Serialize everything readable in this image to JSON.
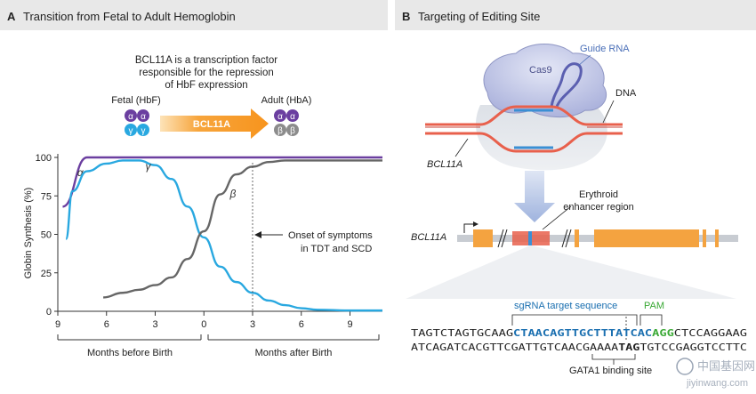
{
  "panel_a": {
    "letter": "A",
    "title": "Transition from Fetal to Adult Hemoglobin",
    "description_lines": [
      "BCL11A is a transcription factor",
      "responsible for the repression",
      "of HbF expression"
    ],
    "fetal_label": "Fetal (HbF)",
    "adult_label": "Adult (HbA)",
    "arrow_label": "BCL11A",
    "glyphs": {
      "alpha": "α",
      "gamma": "γ",
      "beta": "β"
    },
    "colors": {
      "alpha": "#6b3fa0",
      "gamma": "#29a8e0",
      "beta": "#8c8c8c",
      "arrow": "#f7941d"
    }
  },
  "chart_data": {
    "type": "line",
    "ylabel": "Globin Synthesis (%)",
    "ylim": [
      0,
      100
    ],
    "y_ticks": [
      0,
      25,
      50,
      75,
      100
    ],
    "x_tick_labels": [
      "9",
      "6",
      "3",
      "0",
      "3",
      "6",
      "9"
    ],
    "x_range": [
      -9,
      11
    ],
    "grid": false,
    "series": [
      {
        "name": "α",
        "color": "#6b3fa0",
        "points": [
          [
            -8.7,
            68
          ],
          [
            -7.2,
            100
          ],
          [
            -4,
            100
          ],
          [
            0,
            100
          ],
          [
            5,
            100
          ],
          [
            11,
            100
          ]
        ]
      },
      {
        "name": "γ",
        "color": "#29a8e0",
        "points": [
          [
            -8.5,
            47
          ],
          [
            -8.1,
            78
          ],
          [
            -7.2,
            91
          ],
          [
            -6,
            96
          ],
          [
            -5,
            98
          ],
          [
            -4,
            98
          ],
          [
            -3,
            95
          ],
          [
            -2,
            86
          ],
          [
            -1,
            68
          ],
          [
            0,
            48
          ],
          [
            1,
            29
          ],
          [
            2,
            19
          ],
          [
            3,
            12
          ],
          [
            4,
            7
          ],
          [
            5,
            4
          ],
          [
            6,
            2
          ],
          [
            7,
            1
          ],
          [
            9,
            0.5
          ],
          [
            11,
            0.5
          ]
        ]
      },
      {
        "name": "β",
        "color": "#666666",
        "points": [
          [
            -6.2,
            9
          ],
          [
            -5,
            12
          ],
          [
            -4,
            14
          ],
          [
            -3,
            17
          ],
          [
            -2,
            22
          ],
          [
            -1,
            34
          ],
          [
            0,
            52
          ],
          [
            1,
            76
          ],
          [
            2,
            89
          ],
          [
            3,
            94
          ],
          [
            4,
            97
          ],
          [
            5,
            98
          ],
          [
            6,
            98
          ],
          [
            11,
            98
          ]
        ]
      }
    ],
    "onset_x": 3,
    "annotation_lines": [
      "Onset of symptoms",
      "in TDT and SCD"
    ],
    "period_labels": {
      "before": "Months before Birth",
      "after": "Months after Birth"
    }
  },
  "panel_b": {
    "letter": "B",
    "title": "Targeting of Editing Site",
    "cas9_label": "Cas9",
    "guide_rna_label": "Guide RNA",
    "dna_label": "DNA",
    "bcl11a_label": "BCL11A",
    "gene_label": "BCL11A",
    "enhancer_lines": [
      "Erythroid",
      "enhancer region"
    ],
    "sgrna_label": "sgRNA target sequence",
    "pam_label": "PAM",
    "gata1_label": "GATA1 binding site",
    "seq_top": {
      "pre": "TAGTCTAGTGCAAG",
      "target": "CTAACAGTTGCTTTATCAC",
      "pam": "AGG",
      "post": "CTCCAGGAAG"
    },
    "seq_bottom": {
      "pre": "ATCAGATCACGTTCGATTGTCAACGAAAA",
      "bold": "TAG",
      "post": "TGTCCGAGGTCCTTC"
    },
    "colors": {
      "target": "#1a6fb0",
      "pam": "#3aa935",
      "dna_red": "#e8604c",
      "dna_blue": "#3b8fd4",
      "exon": "#f4a340",
      "cas9": "#c6cbe8"
    }
  },
  "watermark": {
    "line1": "中国基因网",
    "line2": "jiyinwang.com"
  }
}
